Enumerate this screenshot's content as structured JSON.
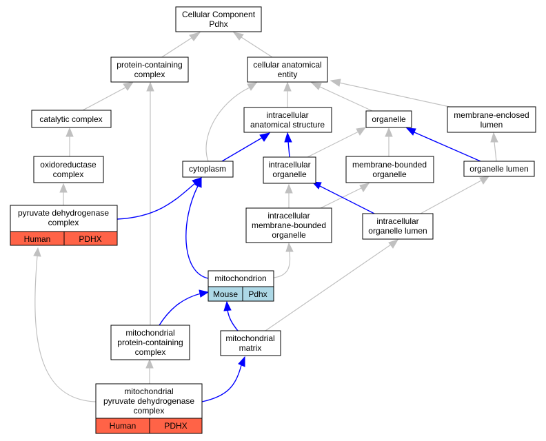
{
  "colors": {
    "edge_is_a": "#c0c0c0",
    "edge_part_of": "#0000ff",
    "human_annotation": "#ff6347",
    "mouse_annotation": "#add8e6"
  },
  "nodes": {
    "cellular_component": {
      "lines": [
        "Cellular Component",
        "Pdhx"
      ]
    },
    "protein_containing_complex": {
      "lines": [
        "protein-containing",
        "complex"
      ]
    },
    "cellular_anatomical_entity": {
      "lines": [
        "cellular anatomical",
        "entity"
      ]
    },
    "catalytic_complex": {
      "lines": [
        "catalytic complex"
      ]
    },
    "intracellular_anatomical_structure": {
      "lines": [
        "intracellular",
        "anatomical structure"
      ]
    },
    "organelle": {
      "lines": [
        "organelle"
      ]
    },
    "membrane_enclosed_lumen": {
      "lines": [
        "membrane-enclosed",
        "lumen"
      ]
    },
    "oxidoreductase_complex": {
      "lines": [
        "oxidoreductase",
        "complex"
      ]
    },
    "cytoplasm": {
      "lines": [
        "cytoplasm"
      ]
    },
    "intracellular_organelle": {
      "lines": [
        "intracellular",
        "organelle"
      ]
    },
    "membrane_bounded_organelle": {
      "lines": [
        "membrane-bounded",
        "organelle"
      ]
    },
    "organelle_lumen": {
      "lines": [
        "organelle lumen"
      ]
    },
    "pyruvate_dehydrogenase_complex": {
      "lines": [
        "pyruvate dehydrogenase",
        "complex"
      ],
      "annotations": [
        "Human",
        "PDHX"
      ]
    },
    "intracellular_membrane_bounded_organelle": {
      "lines": [
        "intracellular",
        "membrane-bounded",
        "organelle"
      ]
    },
    "intracellular_organelle_lumen": {
      "lines": [
        "intracellular",
        "organelle lumen"
      ]
    },
    "mitochondrion": {
      "lines": [
        "mitochondrion"
      ],
      "annotations": [
        "Mouse",
        "Pdhx"
      ]
    },
    "mitochondrial_protein_containing_complex": {
      "lines": [
        "mitochondrial",
        "protein-containing",
        "complex"
      ]
    },
    "mitochondrial_matrix": {
      "lines": [
        "mitochondrial",
        "matrix"
      ]
    },
    "mitochondrial_pyruvate_dehydrogenase_complex": {
      "lines": [
        "mitochondrial",
        "pyruvate dehydrogenase",
        "complex"
      ],
      "annotations": [
        "Human",
        "PDHX"
      ]
    }
  }
}
